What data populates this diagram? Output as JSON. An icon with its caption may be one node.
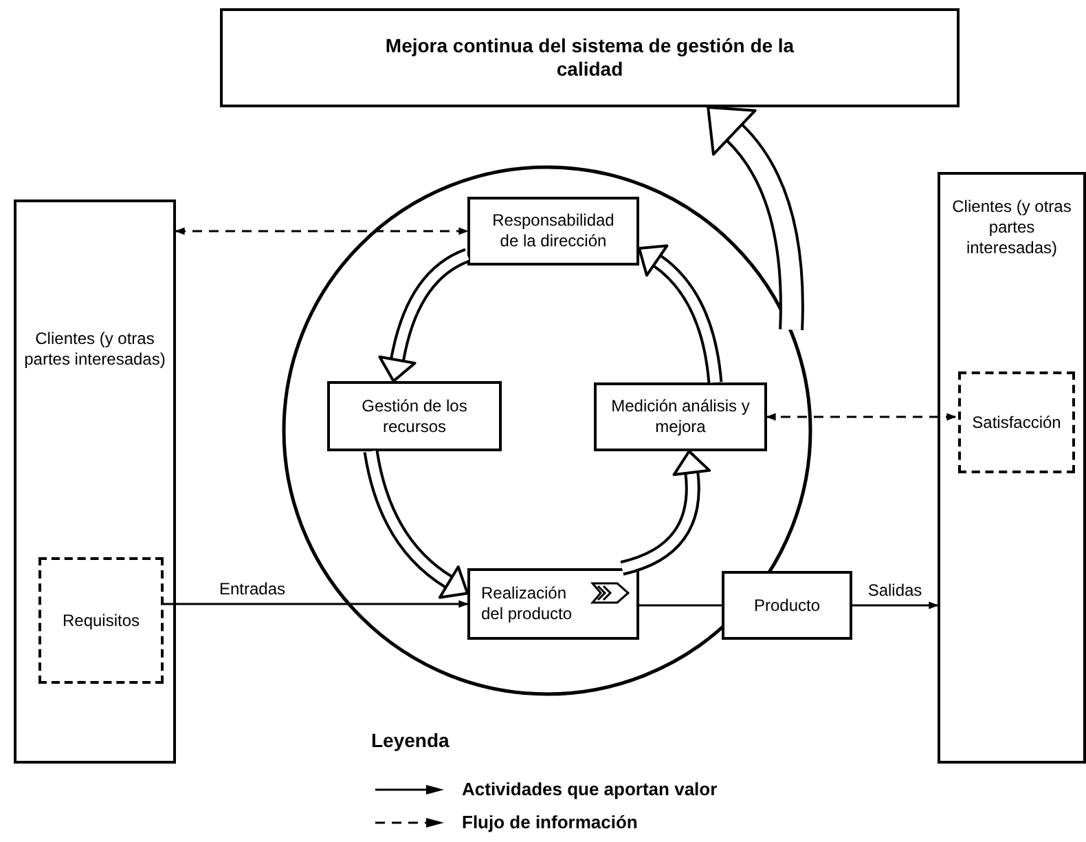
{
  "diagram": {
    "nodes": [
      {
        "text": [
          "Mejora continua del sistema de gestión de la calidad"
        ]
      },
      {
        "text": [
          "Clientes (y otras partes interesadas)"
        ]
      },
      {
        "text": [
          "Requisitos"
        ],
        "in": 1
      },
      {
        "text": [],
        "shape": "circle"
      },
      {
        "text": [
          "Responsabilidad de la dirección"
        ],
        "in": 3
      },
      {
        "text": [
          "Gestión de los recursos"
        ],
        "in": 3
      },
      {
        "text": [
          "Medición análisis y mejora"
        ],
        "in": 3
      },
      {
        "text": [
          "Realización del producto"
        ],
        "in": 3
      },
      {
        "text": [
          "Producto"
        ]
      },
      {
        "text": [
          "Clientes (y otras partes interesadas)"
        ]
      },
      {
        "text": [
          "Satisfacción"
        ],
        "in": 9
      }
    ],
    "edges": [
      {
        "from": 1,
        "to": 4,
        "arrow": "both",
        "style": "dashed"
      },
      {
        "from": 10,
        "to": 6,
        "arrow": "both",
        "style": "dashed"
      },
      {
        "from": 2,
        "to": 7,
        "arrow": "to",
        "label": "Entradas"
      },
      {
        "from": 7,
        "to": 8,
        "arrow": "none"
      },
      {
        "from": 8,
        "to": 9,
        "arrow": "to",
        "label": "Salidas"
      },
      {
        "from": 4,
        "to": 5,
        "arrow": "to",
        "style": "thick"
      },
      {
        "from": 5,
        "to": 7,
        "arrow": "to",
        "style": "thick"
      },
      {
        "from": 7,
        "to": 6,
        "arrow": "to",
        "style": "thick"
      },
      {
        "from": 6,
        "to": 4,
        "arrow": "to",
        "style": "thick"
      },
      {
        "from": 3,
        "to": 0,
        "arrow": "to",
        "style": "thick"
      }
    ],
    "labels": [
      "Leyenda"
    ],
    "legend": [
      {
        "text": "Actividades que aportan valor"
      },
      {
        "text": "Flujo de información"
      }
    ]
  }
}
